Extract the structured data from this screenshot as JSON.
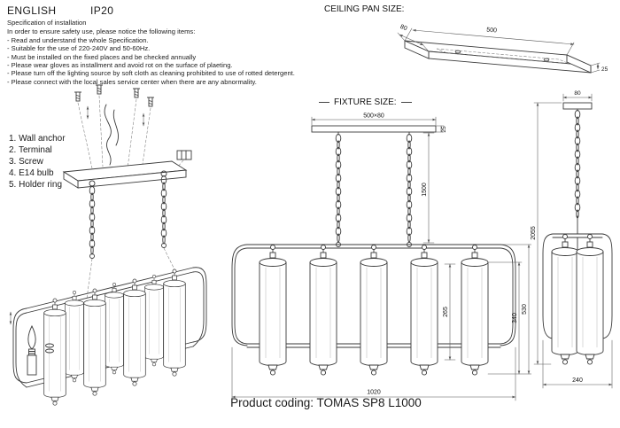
{
  "header": {
    "language": "ENGLISH",
    "ip_rating": "IP20"
  },
  "spec": {
    "title": "Specification of installation",
    "intro": "In order to ensure safety use, please notice the following items:",
    "items": [
      "- Read and understand the whole Specification.",
      "- Suitable for the use of 220-240V and 50-60Hz.",
      "- Must be installed on the fixed places and be checked annually",
      "- Please wear gloves as installment and avoid rot on the surface of plaeting.",
      "- Please turn off the lighting source by soft cloth as cleaning prohibited to use of rotted detergent.",
      "- Please connect with the local sales service center when there are any abnormality."
    ]
  },
  "parts": {
    "items": [
      "1. Wall anchor",
      "2. Terminal",
      "3. Screw",
      "4. E14 bulb",
      "5. Holder ring"
    ]
  },
  "ceiling_pan": {
    "title": "CEILING PAN SIZE:",
    "dims": {
      "depth": "80",
      "length": "500",
      "thickness": "25"
    }
  },
  "fixture": {
    "title": "FIXTURE SIZE:",
    "dims": {
      "canopy": "500×80",
      "canopy_thickness": "25",
      "chain_length": "1500",
      "shade_height": "265",
      "inner_height": "340",
      "body_height": "530",
      "width": "1020"
    }
  },
  "side_view": {
    "dims": {
      "top_width": "80",
      "total_height": "2055",
      "bottom_width": "240"
    }
  },
  "footer": {
    "product_coding": "Product coding: TOMAS SP8 L1000"
  }
}
